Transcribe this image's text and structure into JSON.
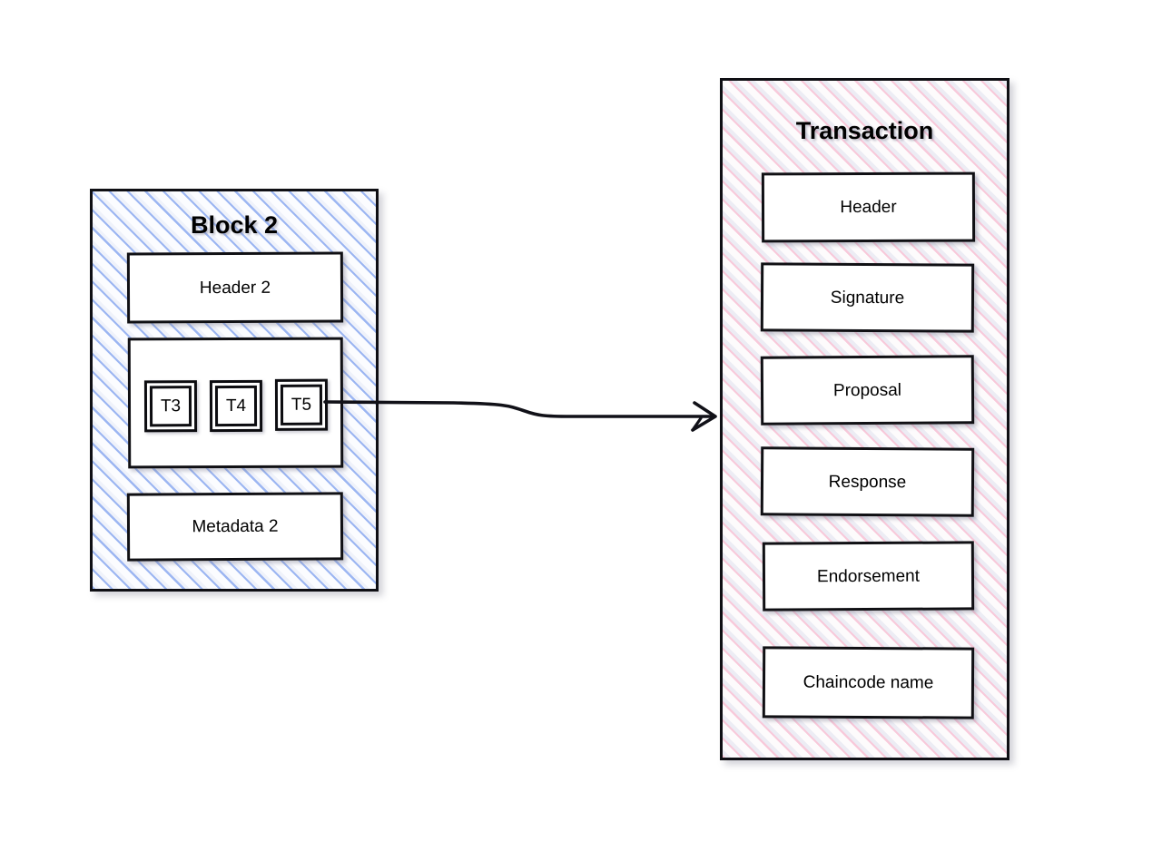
{
  "diagram": {
    "title_semantics": "hyperledger-fabric-block-and-transaction-structure",
    "background_color": "#ffffff"
  },
  "block_panel": {
    "title": "Block 2",
    "hatch_color": "#8caaf0",
    "border_color": "#0f0f14",
    "items": [
      {
        "label": "Header 2",
        "name": "block-header-box"
      },
      {
        "label": "Metadata 2",
        "name": "block-metadata-box"
      }
    ],
    "transactions": {
      "group_name": "block-transactions-group",
      "boxes": [
        {
          "label": "T3"
        },
        {
          "label": "T4"
        },
        {
          "label": "T5"
        }
      ]
    }
  },
  "transaction_panel": {
    "title": "Transaction",
    "hatch_color": "#f7c4d7",
    "border_color": "#0f0f14",
    "fields": [
      {
        "label": "Header"
      },
      {
        "label": "Signature"
      },
      {
        "label": "Proposal"
      },
      {
        "label": "Response"
      },
      {
        "label": "Endorsement"
      },
      {
        "label": "Chaincode name"
      }
    ]
  },
  "connector": {
    "name": "t5-to-transaction-arrow",
    "from": "T5",
    "to": "Transaction",
    "arrowhead": "open-v-arrowhead",
    "stroke_color": "#111118"
  }
}
